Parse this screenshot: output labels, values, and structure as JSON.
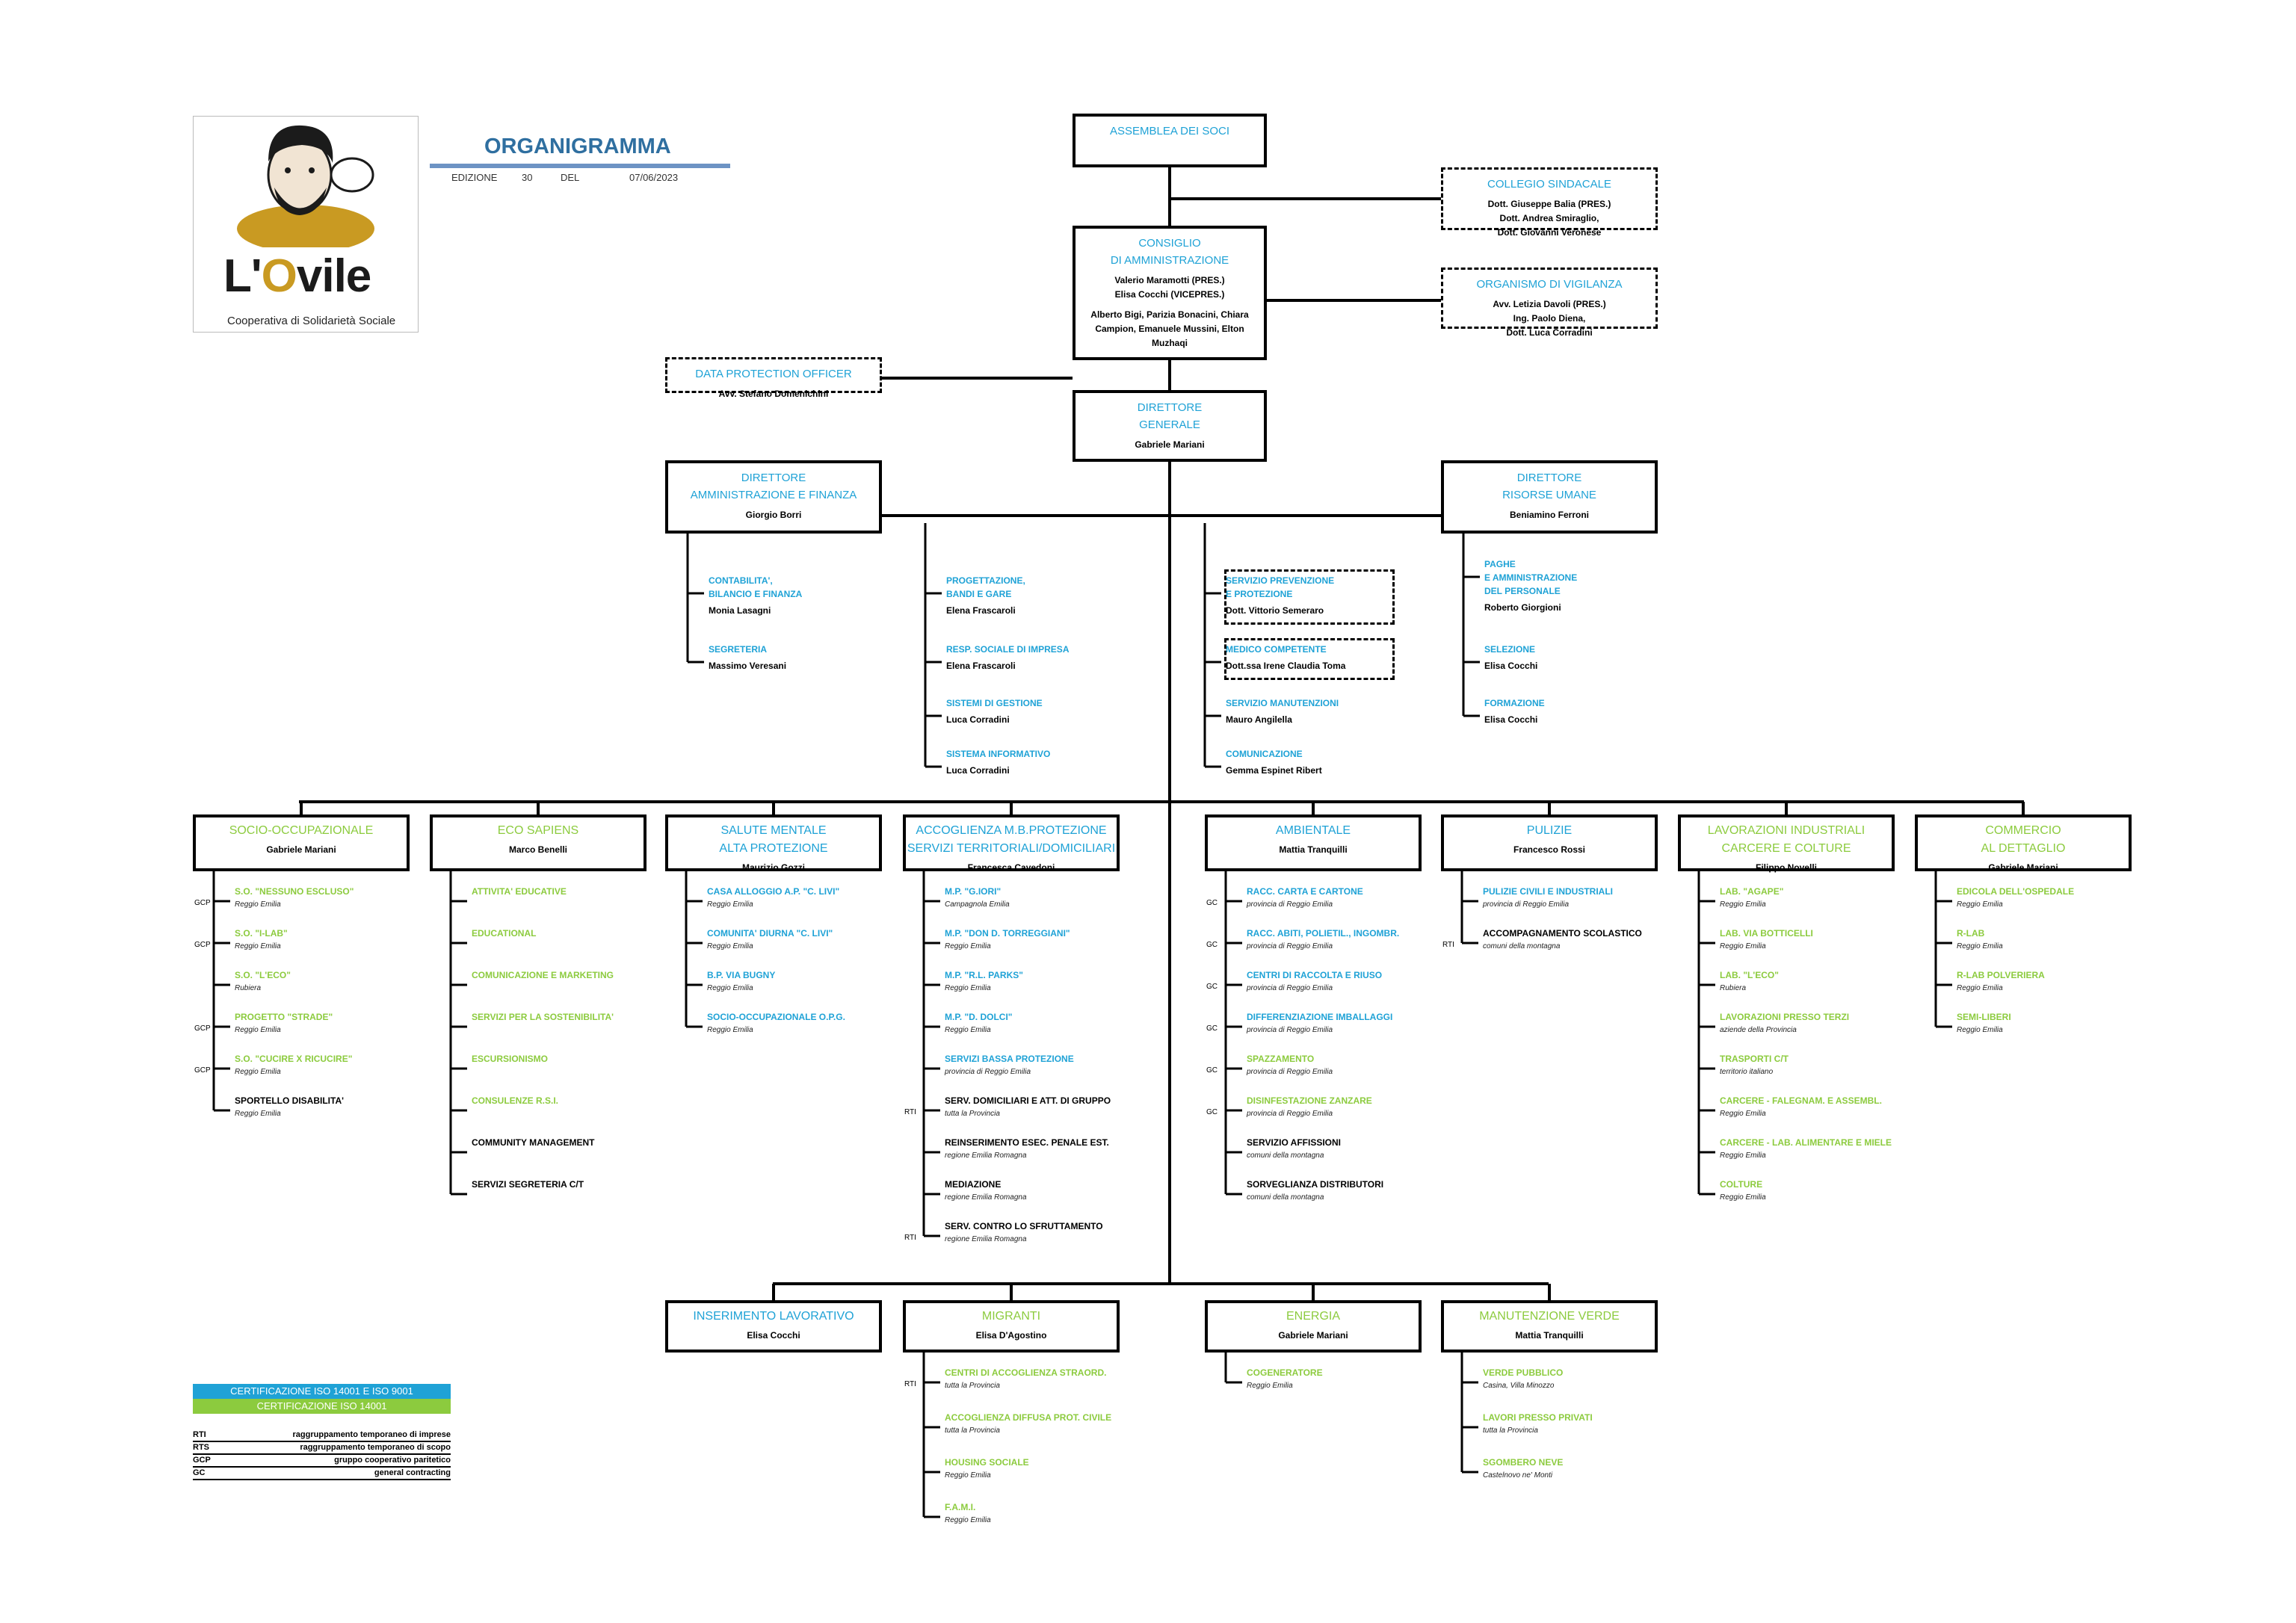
{
  "header": {
    "title": "ORGANIGRAMMA",
    "edition_label": "EDIZIONE",
    "edition_value": "30",
    "date_label": "DEL",
    "date_value": "07/06/2023"
  },
  "logo": {
    "word_a": "L'",
    "word_o": "O",
    "word_b": "vile",
    "tagline": "Cooperativa di Solidarietà Sociale"
  },
  "colors": {
    "iso_both": "#1fa2d6",
    "iso_14001": "#8ccb3e",
    "line": "#000000"
  },
  "top": {
    "assemblea": {
      "title": "ASSEMBLEA DEI SOCI"
    },
    "collegio": {
      "title": "COLLEGIO SINDACALE",
      "people": "Dott. Giuseppe Balia (PRES.)\nDott. Andrea Smiraglio,\nDott. Giovanni Veronese"
    },
    "consiglio": {
      "title": "CONSIGLIO\nDI AMMINISTRAZIONE",
      "people": "Valerio Maramotti (PRES.)\nElisa Cocchi (VICEPRES.)",
      "members": "Alberto Bigi,  Parizia Bonacini, Chiara\nCampion, Emanuele Mussini, Elton\nMuzhaqi"
    },
    "vigilanza": {
      "title": "ORGANISMO DI VIGILANZA",
      "people": "Avv. Letizia Davoli (PRES.)\nIng. Paolo Diena,\nDott. Luca Corradini"
    },
    "dpo": {
      "title": "DATA PROTECTION OFFICER",
      "people": "Avv. Stefano Domenichini"
    },
    "direttore": {
      "title": "DIRETTORE\nGENERALE",
      "people": "Gabriele Mariani"
    },
    "dir_amm": {
      "title": "DIRETTORE\nAMMINISTRAZIONE E FINANZA",
      "people": "Giorgio Borri"
    },
    "dir_hr": {
      "title": "DIRETTORE\nRISORSE UMANE",
      "people": "Beniamino Ferroni"
    }
  },
  "staff": {
    "amm": [
      {
        "label": "CONTABILITA',\nBILANCIO E FINANZA",
        "name": "Monia Lasagni"
      },
      {
        "label": "SEGRETERIA",
        "name": "Massimo Veresani"
      }
    ],
    "prog": [
      {
        "label": "PROGETTAZIONE,\nBANDI E GARE",
        "name": "Elena Frascaroli"
      },
      {
        "label": "RESP. SOCIALE DI IMPRESA",
        "name": "Elena Frascaroli"
      },
      {
        "label": "SISTEMI DI GESTIONE",
        "name": "Luca Corradini"
      },
      {
        "label": "SISTEMA INFORMATIVO",
        "name": "Luca Corradini"
      }
    ],
    "serv": [
      {
        "label": "SERVIZIO PREVENZIONE\nE PROTEZIONE",
        "name": "Dott. Vittorio Semeraro"
      },
      {
        "label": "MEDICO COMPETENTE",
        "name": "Dott.ssa Irene Claudia Toma"
      },
      {
        "label": "SERVIZIO MANUTENZIONI",
        "name": "Mauro Angilella"
      },
      {
        "label": "COMUNICAZIONE",
        "name": "Gemma Espinet Ribert"
      }
    ],
    "hr": [
      {
        "label": "PAGHE\nE AMMINISTRAZIONE\nDEL PERSONALE",
        "name": "Roberto Giorgioni"
      },
      {
        "label": "SELEZIONE",
        "name": "Elisa Cocchi"
      },
      {
        "label": "FORMAZIONE",
        "name": "Elisa Cocchi"
      }
    ]
  },
  "areas": [
    {
      "title": "SOCIO-OCCUPAZIONALE",
      "head": "Gabriele Mariani",
      "color": "green",
      "items": [
        {
          "label": "S.O. \"NESSUNO ESCLUSO\"",
          "sub": "Reggio Emilia",
          "tag": "GCP"
        },
        {
          "label": "S.O. \"I-LAB\"",
          "sub": "Reggio Emilia",
          "tag": "GCP"
        },
        {
          "label": "S.O. \"L'ECO\"",
          "sub": "Rubiera",
          "tag": ""
        },
        {
          "label": "PROGETTO \"STRADE\"",
          "sub": "Reggio Emilia",
          "tag": "GCP"
        },
        {
          "label": "S.O. \"CUCIRE X RICUCIRE\"",
          "sub": "Reggio Emilia",
          "tag": "GCP"
        },
        {
          "label": "SPORTELLO DISABILITA'",
          "sub": "Reggio Emilia",
          "tag": "",
          "black": true
        }
      ]
    },
    {
      "title": "ECO SAPIENS",
      "head": "Marco Benelli",
      "color": "green",
      "items": [
        {
          "label": "ATTIVITA' EDUCATIVE"
        },
        {
          "label": "EDUCATIONAL"
        },
        {
          "label": "COMUNICAZIONE E MARKETING"
        },
        {
          "label": "SERVIZI PER LA SOSTENIBILITA'"
        },
        {
          "label": "ESCURSIONISMO"
        },
        {
          "label": "CONSULENZE R.S.I."
        },
        {
          "label": "COMMUNITY MANAGEMENT",
          "black": true
        },
        {
          "label": "SERVIZI SEGRETERIA C/T",
          "black": true
        }
      ]
    },
    {
      "title": "SALUTE MENTALE\nALTA PROTEZIONE",
      "head": "Maurizio Gozzi",
      "color": "blue",
      "items": [
        {
          "label": "CASA ALLOGGIO A.P. \"C. LIVI\"",
          "sub": "Reggio Emilia"
        },
        {
          "label": "COMUNITA' DIURNA \"C. LIVI\"",
          "sub": "Reggio Emilia"
        },
        {
          "label": "B.P. VIA BUGNY",
          "sub": "Reggio Emilia"
        },
        {
          "label": "SOCIO-OCCUPAZIONALE O.P.G.",
          "sub": "Reggio Emilia"
        }
      ]
    },
    {
      "title": "ACCOGLIENZA M.B.PROTEZIONE\nSERVIZI TERRITORIALI/DOMICILIARI",
      "head": "Francesca Cavedoni",
      "color": "blue",
      "items": [
        {
          "label": "M.P. \"G.IORI\"",
          "sub": "Campagnola Emilia"
        },
        {
          "label": "M.P. \"DON D. TORREGGIANI\"",
          "sub": "Reggio Emilia"
        },
        {
          "label": "M.P. \"R.L. PARKS\"",
          "sub": "Reggio Emilia"
        },
        {
          "label": "M.P. \"D. DOLCI\"",
          "sub": "Reggio Emilia"
        },
        {
          "label": "SERVIZI BASSA PROTEZIONE",
          "sub": "provincia di Reggio Emilia"
        },
        {
          "label": "SERV. DOMICILIARI E ATT. DI GRUPPO",
          "sub": "tutta la Provincia",
          "tag": "RTI",
          "black": true
        },
        {
          "label": "REINSERIMENTO ESEC. PENALE EST.",
          "sub": "regione Emilia Romagna",
          "black": true
        },
        {
          "label": "MEDIAZIONE",
          "sub": "regione Emilia Romagna",
          "black": true
        },
        {
          "label": "SERV. CONTRO LO SFRUTTAMENTO",
          "sub": "regione Emilia Romagna",
          "tag": "RTI",
          "black": true
        }
      ]
    },
    {
      "title": "AMBIENTALE",
      "head": "Mattia Tranquilli",
      "color": "blue",
      "items": [
        {
          "label": "RACC. CARTA E CARTONE",
          "sub": "provincia di Reggio Emilia",
          "tag": "GC"
        },
        {
          "label": "RACC. ABITI, POLIETIL., INGOMBR.",
          "sub": "provincia di Reggio Emilia",
          "tag": "GC"
        },
        {
          "label": "CENTRI DI RACCOLTA E RIUSO",
          "sub": "provincia di Reggio Emilia",
          "tag": "GC"
        },
        {
          "label": "DIFFERENZIAZIONE IMBALLAGGI",
          "sub": "provincia di Reggio Emilia",
          "tag": "GC"
        },
        {
          "label": "SPAZZAMENTO",
          "sub": "provincia di Reggio Emilia",
          "tag": "GC",
          "green": true
        },
        {
          "label": "DISINFESTAZIONE ZANZARE",
          "sub": "provincia di Reggio Emilia",
          "tag": "GC",
          "green": true
        },
        {
          "label": "SERVIZIO AFFISSIONI",
          "sub": "comuni della montagna",
          "black": true
        },
        {
          "label": "SORVEGLIANZA DISTRIBUTORI",
          "sub": "comuni della montagna",
          "black": true
        }
      ]
    },
    {
      "title": "PULIZIE",
      "head": "Francesco Rossi",
      "color": "blue",
      "items": [
        {
          "label": "PULIZIE CIVILI E INDUSTRIALI",
          "sub": "provincia di Reggio Emilia"
        },
        {
          "label": "ACCOMPAGNAMENTO SCOLASTICO",
          "sub": "comuni della montagna",
          "tag": "RTI",
          "black": true
        }
      ]
    },
    {
      "title": "LAVORAZIONI INDUSTRIALI\nCARCERE E COLTURE",
      "head": "Filippo Novelli",
      "color": "green",
      "items": [
        {
          "label": "LAB. \"AGAPE\"",
          "sub": "Reggio Emilia"
        },
        {
          "label": "LAB. VIA BOTTICELLI",
          "sub": "Reggio Emilia"
        },
        {
          "label": "LAB. \"L'ECO\"",
          "sub": "Rubiera"
        },
        {
          "label": "LAVORAZIONI PRESSO TERZI",
          "sub": "aziende della Provincia"
        },
        {
          "label": "TRASPORTI C/T",
          "sub": "territorio italiano"
        },
        {
          "label": "CARCERE - FALEGNAM. E ASSEMBL.",
          "sub": "Reggio Emilia"
        },
        {
          "label": "CARCERE - LAB. ALIMENTARE E MIELE",
          "sub": "Reggio Emilia"
        },
        {
          "label": "COLTURE",
          "sub": "Reggio Emilia"
        }
      ]
    },
    {
      "title": "COMMERCIO\nAL DETTAGLIO",
      "head": "Gabriele Mariani",
      "color": "green",
      "items": [
        {
          "label": "EDICOLA DELL'OSPEDALE",
          "sub": "Reggio Emilia"
        },
        {
          "label": "R-LAB",
          "sub": "Reggio Emilia"
        },
        {
          "label": "R-LAB POLVERIERA",
          "sub": "Reggio Emilia"
        },
        {
          "label": "SEMI-LIBERI",
          "sub": "Reggio Emilia"
        }
      ]
    }
  ],
  "bottom": [
    {
      "title": "INSERIMENTO LAVORATIVO",
      "head": "Elisa Cocchi",
      "color": "blue",
      "items": []
    },
    {
      "title": "MIGRANTI",
      "head": "Elisa D'Agostino",
      "color": "green",
      "items": [
        {
          "label": "CENTRI DI ACCOGLIENZA STRAORD.",
          "sub": "tutta la Provincia",
          "tag": "RTI"
        },
        {
          "label": "ACCOGLIENZA DIFFUSA PROT. CIVILE",
          "sub": "tutta la Provincia"
        },
        {
          "label": "HOUSING SOCIALE",
          "sub": "Reggio Emilia"
        },
        {
          "label": "F.A.M.I.",
          "sub": "Reggio Emilia"
        }
      ]
    },
    {
      "title": "ENERGIA",
      "head": "Gabriele Mariani",
      "color": "green",
      "items": [
        {
          "label": "COGENERATORE",
          "sub": "Reggio Emilia"
        }
      ]
    },
    {
      "title": "MANUTENZIONE VERDE",
      "head": "Mattia Tranquilli",
      "color": "green",
      "items": [
        {
          "label": "VERDE PUBBLICO",
          "sub": "Casina, Villa Minozzo"
        },
        {
          "label": "LAVORI PRESSO PRIVATI",
          "sub": "tutta la Provincia"
        },
        {
          "label": "SGOMBERO NEVE",
          "sub": "Castelnovo ne' Monti"
        }
      ]
    }
  ],
  "legend": {
    "iso_both": "CERTIFICAZIONE ISO 14001 E ISO 9001",
    "iso_14001": "CERTIFICAZIONE ISO 14001",
    "abbr": [
      {
        "k": "RTI",
        "v": "raggruppamento temporaneo di imprese"
      },
      {
        "k": "RTS",
        "v": "raggruppamento temporaneo di scopo"
      },
      {
        "k": "GCP",
        "v": "gruppo cooperativo paritetico"
      },
      {
        "k": "GC",
        "v": "general contracting"
      }
    ]
  }
}
